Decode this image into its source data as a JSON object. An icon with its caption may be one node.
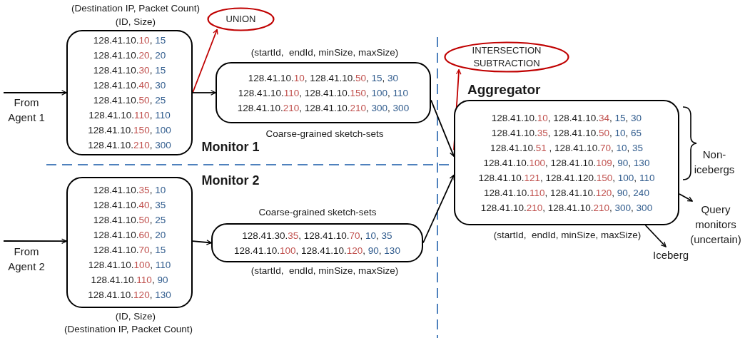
{
  "diagram": {
    "nodes": [
      {
        "text": [
          "128.41.10.10, 15",
          "128.41.10.20, 20",
          "128.41.10.30, 15",
          "128.41.10.40, 30",
          "128.41.10.50, 25",
          "128.41.10.110, 110",
          "128.41.10.150, 100",
          "128.41.10.210, 300"
        ],
        "beside": [
          "(Destination IP, Packet Count)",
          "(ID, Size)"
        ]
      },
      {
        "text": [
          "UNION"
        ]
      },
      {
        "text": [
          "128.41.10.10, 128.41.10.50, 15, 30",
          "128.41.10.110, 128.41.10.150, 100, 110",
          "128.41.10.210, 128.41.10.210, 300, 300"
        ],
        "beside": [
          "(startId,  endId, minSize, maxSize)",
          "Coarse-grained sketch-sets"
        ]
      },
      {
        "text": [
          "INTERSECTION SUBTRACTION"
        ]
      },
      {
        "text": [
          "128.41.10.10, 128.41.10.34, 15, 30",
          "128.41.10.35, 128.41.10.50, 10, 65",
          "128.41.10.51 , 128.41.10.70, 10, 35",
          "128.41.10.100, 128.41.10.109, 90, 130",
          "128.41.10.121, 128.41.120.150, 100, 110",
          "128.41.10.110, 128.41.10.120, 90, 240",
          "128.41.10.210, 128.41.10.210, 300, 300"
        ],
        "beside": [
          "Aggregator",
          "(startId,  endId, minSize, maxSize)"
        ]
      },
      {
        "text": [
          "Query monitors (uncertain)"
        ]
      },
      {
        "text": [
          "Iceberg"
        ]
      },
      {
        "text": [
          "128.41.10.35, 10",
          "128.41.10.40, 35",
          "128.41.10.50, 25",
          "128.41.10.60, 20",
          "128.41.10.70, 15",
          "128.41.10.100, 110",
          "128.41.10.110, 90",
          "128.41.10.120, 130"
        ],
        "beside": [
          "(ID, Size)",
          "(Destination IP, Packet Count)"
        ]
      },
      {
        "text": [
          "128.41.30.35, 128.41.10.70, 10, 35",
          "128.41.10.100, 128.41.10.120, 90, 130"
        ],
        "beside": [
          "Coarse-grained sketch-sets",
          "(startId,  endId, minSize, maxSize)"
        ]
      }
    ],
    "edges": [
      {
        "from": null,
        "to": 0,
        "arrow": "to"
      },
      {
        "from": 0,
        "to": 1,
        "arrow": "to",
        "color": "#c00000"
      },
      {
        "from": 0,
        "to": 2,
        "arrow": "to"
      },
      {
        "from": 2,
        "to": 4,
        "arrow": "to"
      },
      {
        "from": 8,
        "to": 4,
        "arrow": "to"
      },
      {
        "from": 4,
        "to": 3,
        "arrow": "to",
        "color": "#c00000"
      },
      {
        "from": 4,
        "to": 5,
        "arrow": "to"
      },
      {
        "from": 4,
        "to": 6,
        "arrow": "to"
      },
      {
        "from": null,
        "to": 7,
        "arrow": "to"
      },
      {
        "from": 7,
        "to": 8,
        "arrow": "to"
      }
    ],
    "labels": [
      "From Agent 1",
      "Monitor 1",
      "Monitor 2",
      "From Agent 2",
      "Non- icebergs"
    ]
  }
}
